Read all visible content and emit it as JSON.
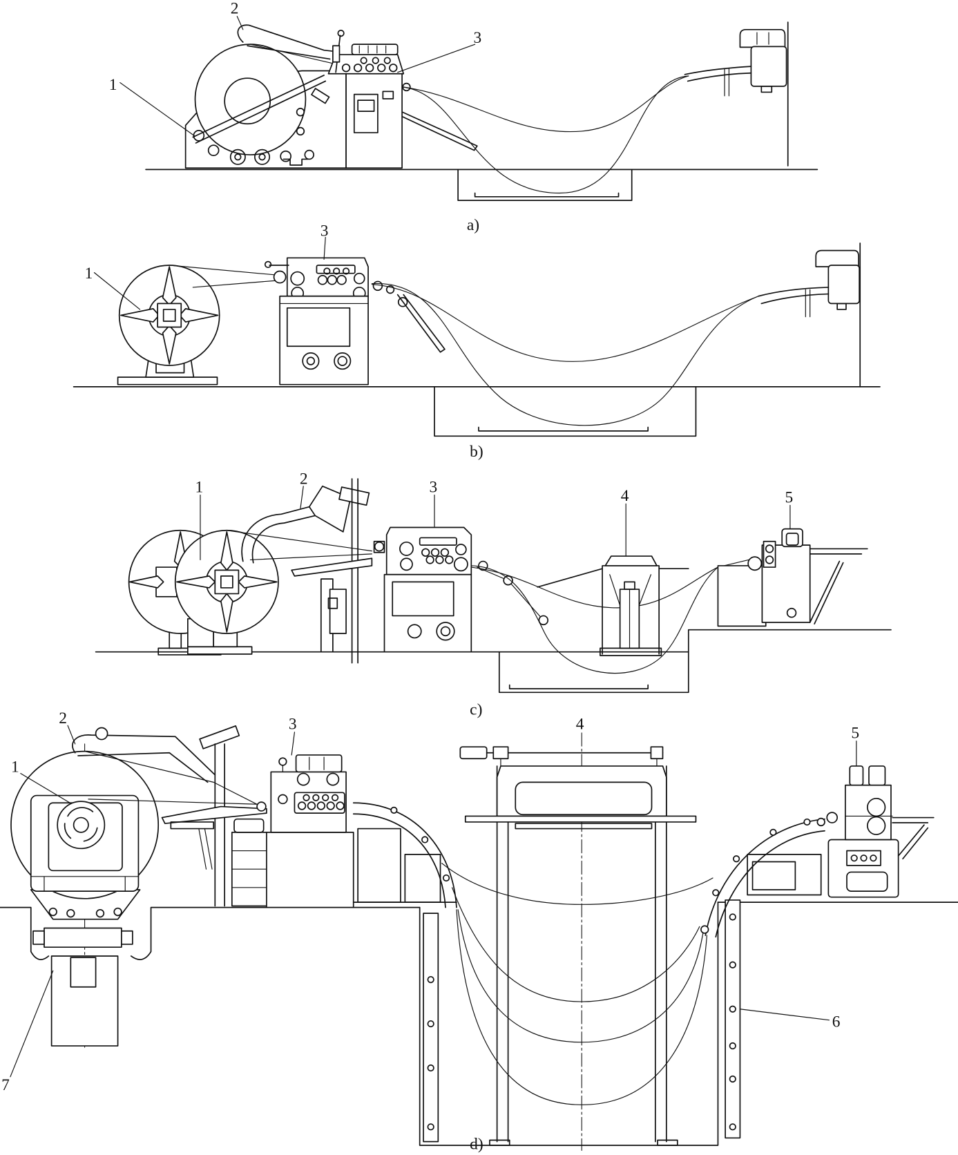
{
  "panels": {
    "a": {
      "caption": "a)",
      "callouts": [
        "1",
        "2",
        "3"
      ]
    },
    "b": {
      "caption": "b)",
      "callouts": [
        "1",
        "3"
      ]
    },
    "c": {
      "caption": "c)",
      "callouts": [
        "1",
        "2",
        "3",
        "4",
        "5"
      ]
    },
    "d": {
      "caption": "d)",
      "callouts": [
        "1",
        "2",
        "3",
        "4",
        "5",
        "6",
        "7"
      ]
    }
  },
  "colors": {
    "line": "#111111",
    "background": "#ffffff"
  }
}
